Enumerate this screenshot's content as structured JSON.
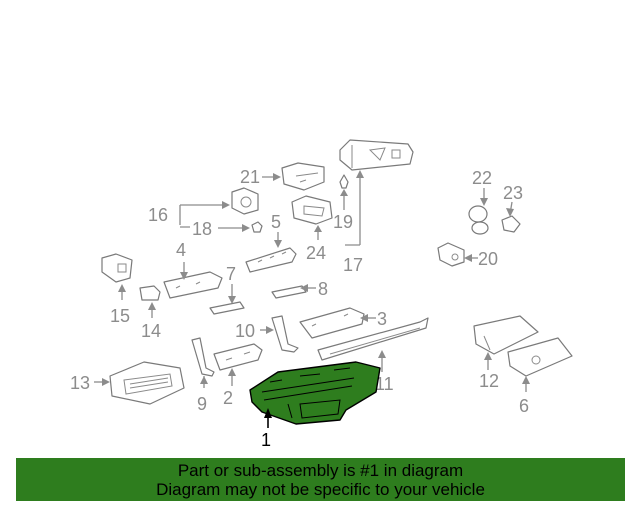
{
  "colors": {
    "banner_background": "#2e7d1e",
    "highlight_part": "#2e7d1e",
    "callout_gray": "#8c8c8c",
    "callout_main": "#000000"
  },
  "callouts": {
    "c1": "1",
    "c2": "2",
    "c3": "3",
    "c4": "4",
    "c5": "5",
    "c6": "6",
    "c7": "7",
    "c8": "8",
    "c9": "9",
    "c10": "10",
    "c11": "11",
    "c12": "12",
    "c13": "13",
    "c14": "14",
    "c15": "15",
    "c16": "16",
    "c17": "17",
    "c18": "18",
    "c19": "19",
    "c20": "20",
    "c21": "21",
    "c22": "22",
    "c23": "23",
    "c24": "24"
  },
  "banner": {
    "line1": "Part or sub-assembly is #1 in diagram",
    "line2": "Diagram may not be specific to your vehicle"
  }
}
